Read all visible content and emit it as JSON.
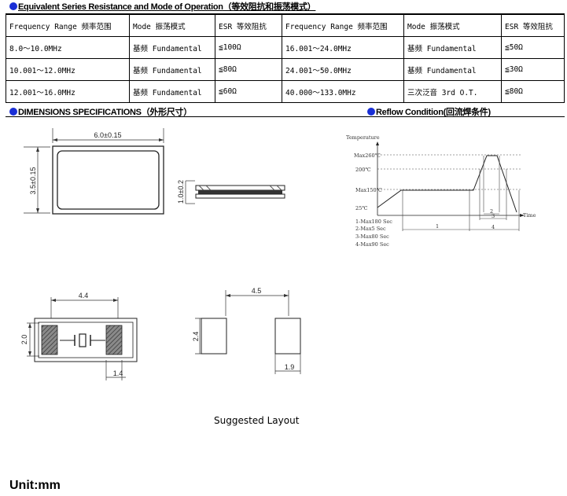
{
  "sections": {
    "esr_title": "Equivalent Series Resistance and Mode of Operation（等效阻抗和振荡模式）",
    "dimensions_title": "DIMENSIONS SPECIFICATIONS（外形尺寸）",
    "reflow_title": "Reflow Condition(回流焊条件)"
  },
  "esr_table": {
    "headers": [
      "Frequency Range 频率范围",
      "Mode 振荡模式",
      "ESR 等效阻抗",
      "Frequency Range 频率范围",
      "Mode 振荡模式",
      "ESR 等效阻抗"
    ],
    "rows": [
      [
        "8.0～10.0MHz",
        "基频 Fundamental",
        "≦100Ω",
        "16.001～24.0MHz",
        "基频 Fundamental",
        "≦50Ω"
      ],
      [
        "10.001～12.0MHz",
        "基频 Fundamental",
        "≦80Ω",
        "24.001～50.0MHz",
        "基频 Fundamental",
        "≦30Ω"
      ],
      [
        "12.001～16.0MHz",
        "基频 Fundamental",
        "≦60Ω",
        "40.000～133.0MHz",
        "三次泛音 3rd O.T.",
        "≦80Ω"
      ]
    ]
  },
  "dimensions": {
    "length": "6.0±0.15",
    "width": "3.5±0.15",
    "height": "1.0±0.2",
    "pad_span": "4.4",
    "pad_height": "2.0",
    "pad_width": "1.4",
    "layout_span": "4.5",
    "layout_height": "2.4",
    "layout_pad_width": "1.9"
  },
  "reflow": {
    "axis_y": "Temperature",
    "axis_x": "Time",
    "temps": [
      "Max260℃",
      "200℃",
      "Max150℃",
      "25℃"
    ],
    "interval_labels": [
      "1",
      "2",
      "3",
      "4"
    ],
    "notes": [
      "1-Max180 Sec",
      "2-Max5 Sec",
      "3-Max80 Sec",
      "4-Max90 Sec"
    ]
  },
  "suggested_layout_label": "Suggested Layout",
  "unit_label": "Unit:mm"
}
